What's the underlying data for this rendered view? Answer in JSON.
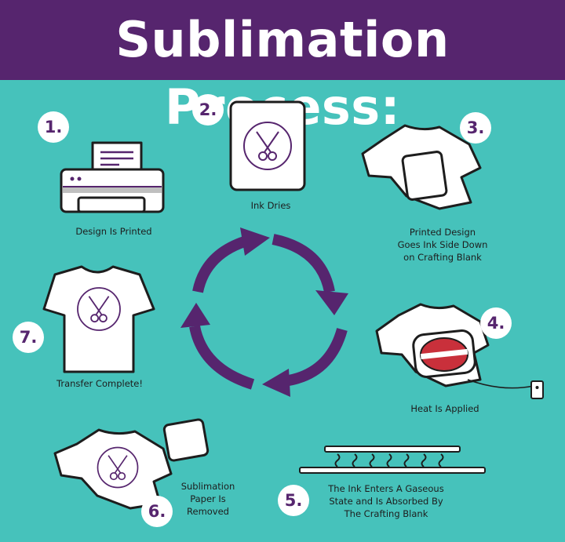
{
  "title": "Sublimation Process:",
  "colors": {
    "background": "#46c2bb",
    "header": "#56256e",
    "accent": "#56256e",
    "press": "#c9303b",
    "ink": "#1d1d1d"
  },
  "steps": [
    {
      "number": "1.",
      "label": [
        "Design Is Printed"
      ],
      "icon": "printer-icon"
    },
    {
      "number": "2.",
      "label": [
        "Ink Dries"
      ],
      "icon": "transfer-paper-icon"
    },
    {
      "number": "3.",
      "label": [
        "Printed Design",
        "Goes Ink Side Down",
        "on Crafting Blank"
      ],
      "icon": "shirt-with-paper-icon"
    },
    {
      "number": "4.",
      "label": [
        "Heat Is Applied"
      ],
      "icon": "heat-press-icon"
    },
    {
      "number": "5.",
      "label": [
        "The Ink Enters A Gaseous",
        "State and Is Absorbed By",
        "The Crafting Blank"
      ],
      "icon": "gas-absorption-icon"
    },
    {
      "number": "6.",
      "label": [
        "Sublimation",
        "Paper Is",
        "Removed"
      ],
      "icon": "paper-removed-icon"
    },
    {
      "number": "7.",
      "label": [
        "Transfer Complete!"
      ],
      "icon": "finished-shirt-icon"
    }
  ]
}
